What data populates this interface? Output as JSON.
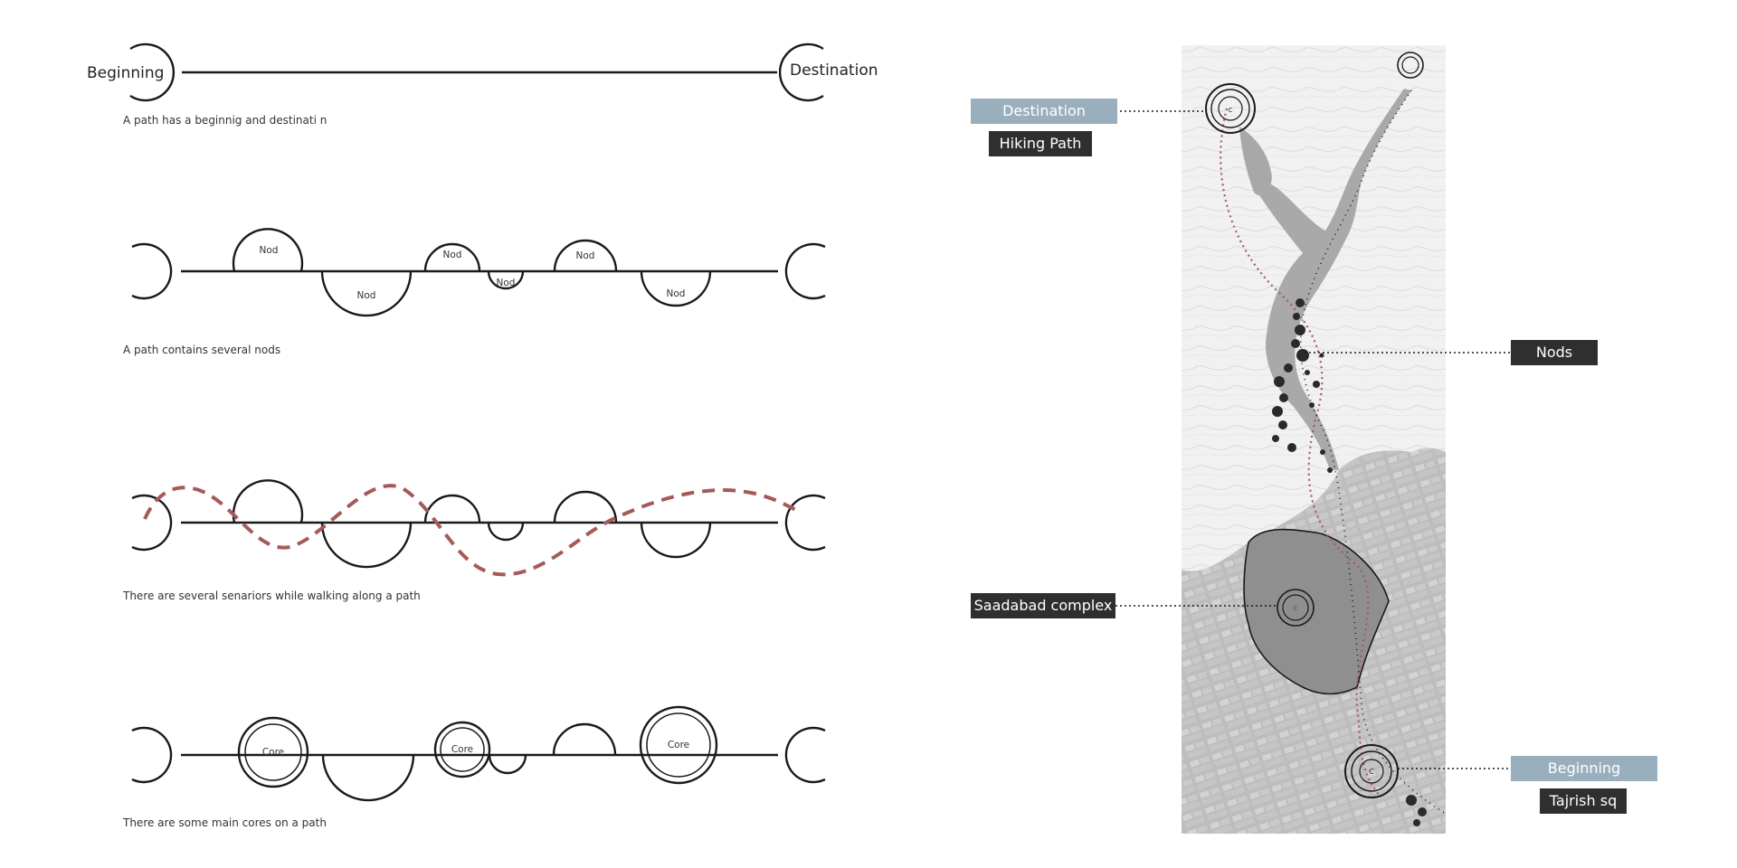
{
  "colors": {
    "ink": "#1a1a1a",
    "scenario_dash": "#a55a5a",
    "tag_dark": "#2f2f2f",
    "tag_light": "#9aafbd",
    "map_bg": "#f1f1f1",
    "river": "#a9a9a9",
    "complex": "#8f8f8f"
  },
  "diagram1": {
    "start_label": "Beginning",
    "end_label": "Destination",
    "caption": "A path has a beginnig and destinati  n"
  },
  "diagram2": {
    "node_label": "Nod",
    "caption": "A path contains several nods"
  },
  "diagram3": {
    "caption": "There are several senariors while walking along a path"
  },
  "diagram4": {
    "core_label": "Core",
    "caption": "There are some main cores on a path"
  },
  "map": {
    "tag_destination": "Destination",
    "tag_hiking_path": "Hiking Path",
    "tag_nods": "Nods",
    "tag_saadabad": "Saadabad complex",
    "tag_beginning": "Beginning",
    "tag_tajrish": "Tajrish sq",
    "core_mark": "C"
  }
}
